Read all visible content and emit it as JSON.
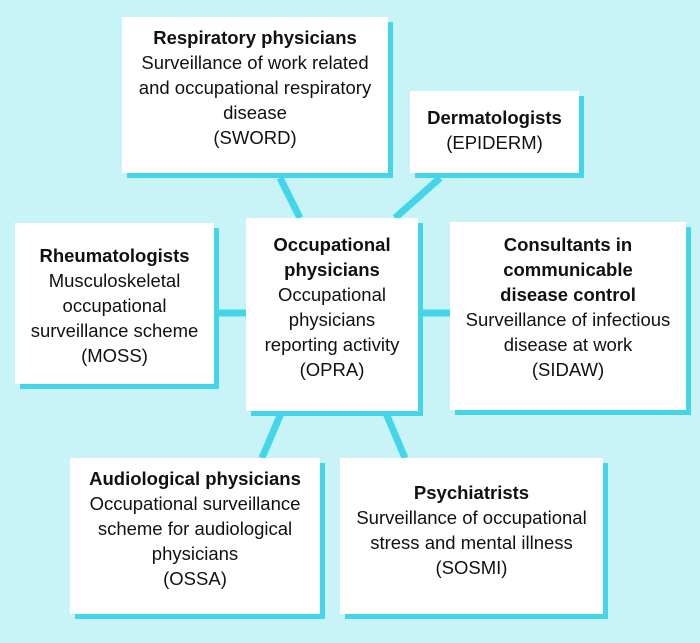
{
  "colors": {
    "background": "#c8f4f8",
    "box": "#ffffff",
    "connector": "#44d6e8",
    "text": "#111111"
  },
  "nodes": [
    {
      "id": "respiratory",
      "title": [
        "Respiratory physicians"
      ],
      "body": [
        "Surveillance of work related",
        "and occupational respiratory",
        "disease",
        "(SWORD)"
      ]
    },
    {
      "id": "dermatologists",
      "title": [
        "Dermatologists"
      ],
      "body": [
        "(EPIDERM)"
      ]
    },
    {
      "id": "rheumatologists",
      "title": [
        "Rheumatologists"
      ],
      "body": [
        "Musculoskeletal",
        "occupational",
        "surveillance scheme",
        "(MOSS)"
      ]
    },
    {
      "id": "occupational",
      "title": [
        "Occupational",
        "physicians"
      ],
      "body": [
        "Occupational",
        "physicians",
        "reporting activity",
        "(OPRA)"
      ]
    },
    {
      "id": "consultants",
      "title": [
        "Consultants in",
        "communicable",
        "disease control"
      ],
      "body": [
        "Surveillance of infectious",
        "disease at work",
        "(SIDAW)"
      ]
    },
    {
      "id": "audiological",
      "title": [
        "Audiological physicians"
      ],
      "body": [
        "Occupational surveillance",
        "scheme for audiological",
        "physicians",
        "(OSSA)"
      ]
    },
    {
      "id": "psychiatrists",
      "title": [
        "Psychiatrists"
      ],
      "body": [
        "Surveillance of occupational",
        "stress and mental illness",
        "(SOSMI)"
      ]
    }
  ]
}
